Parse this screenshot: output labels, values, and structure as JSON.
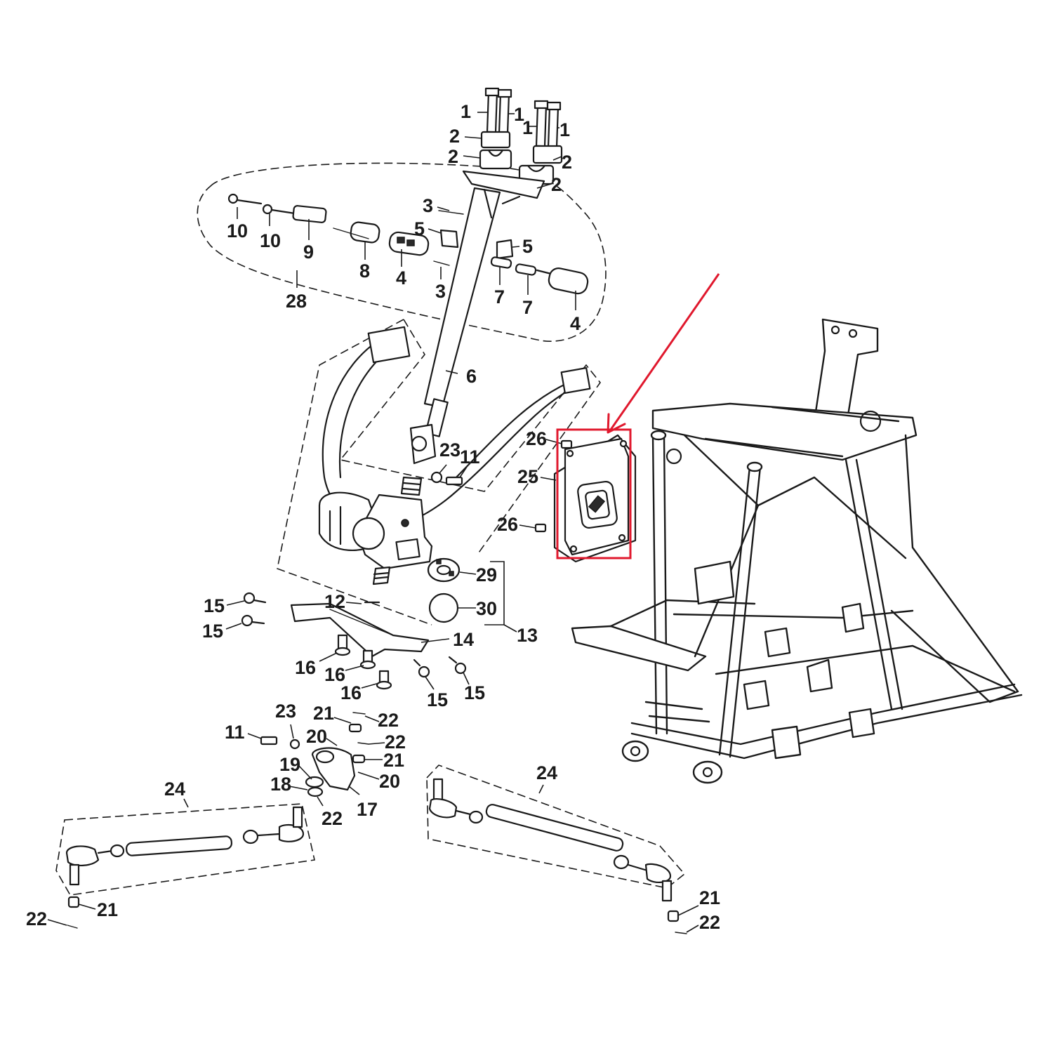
{
  "callouts": [
    {
      "id": "c1a",
      "text": "1"
    },
    {
      "id": "c1b",
      "text": "1"
    },
    {
      "id": "c1c",
      "text": "1"
    },
    {
      "id": "c1d",
      "text": "1"
    },
    {
      "id": "c2a",
      "text": "2"
    },
    {
      "id": "c2b",
      "text": "2"
    },
    {
      "id": "c2c",
      "text": "2"
    },
    {
      "id": "c2d",
      "text": "2"
    },
    {
      "id": "c3a",
      "text": "3"
    },
    {
      "id": "c3b",
      "text": "3"
    },
    {
      "id": "c4a",
      "text": "4"
    },
    {
      "id": "c4b",
      "text": "4"
    },
    {
      "id": "c5a",
      "text": "5"
    },
    {
      "id": "c5b",
      "text": "5"
    },
    {
      "id": "c6",
      "text": "6"
    },
    {
      "id": "c7a",
      "text": "7"
    },
    {
      "id": "c7b",
      "text": "7"
    },
    {
      "id": "c8",
      "text": "8"
    },
    {
      "id": "c9",
      "text": "9"
    },
    {
      "id": "c10a",
      "text": "10"
    },
    {
      "id": "c10b",
      "text": "10"
    },
    {
      "id": "c11a",
      "text": "11"
    },
    {
      "id": "c11b",
      "text": "11"
    },
    {
      "id": "c12",
      "text": "12"
    },
    {
      "id": "c13",
      "text": "13"
    },
    {
      "id": "c14",
      "text": "14"
    },
    {
      "id": "c15a",
      "text": "15"
    },
    {
      "id": "c15b",
      "text": "15"
    },
    {
      "id": "c15c",
      "text": "15"
    },
    {
      "id": "c15d",
      "text": "15"
    },
    {
      "id": "c16a",
      "text": "16"
    },
    {
      "id": "c16b",
      "text": "16"
    },
    {
      "id": "c16c",
      "text": "16"
    },
    {
      "id": "c17",
      "text": "17"
    },
    {
      "id": "c18",
      "text": "18"
    },
    {
      "id": "c19",
      "text": "19"
    },
    {
      "id": "c20a",
      "text": "20"
    },
    {
      "id": "c20b",
      "text": "20"
    },
    {
      "id": "c21a",
      "text": "21"
    },
    {
      "id": "c21b",
      "text": "21"
    },
    {
      "id": "c21c",
      "text": "21"
    },
    {
      "id": "c21d",
      "text": "21"
    },
    {
      "id": "c22a",
      "text": "22"
    },
    {
      "id": "c22b",
      "text": "22"
    },
    {
      "id": "c22c",
      "text": "22"
    },
    {
      "id": "c22d",
      "text": "22"
    },
    {
      "id": "c22e",
      "text": "22"
    },
    {
      "id": "c23a",
      "text": "23"
    },
    {
      "id": "c23b",
      "text": "23"
    },
    {
      "id": "c24a",
      "text": "24"
    },
    {
      "id": "c24b",
      "text": "24"
    },
    {
      "id": "c25",
      "text": "25"
    },
    {
      "id": "c26a",
      "text": "26"
    },
    {
      "id": "c26b",
      "text": "26"
    },
    {
      "id": "c28",
      "text": "28"
    },
    {
      "id": "c29",
      "text": "29"
    },
    {
      "id": "c30",
      "text": "30"
    }
  ],
  "highlight": {
    "color": "#e0182d",
    "target_part": "25"
  },
  "colors": {
    "ink": "#1a1a1a",
    "background": "#ffffff"
  }
}
